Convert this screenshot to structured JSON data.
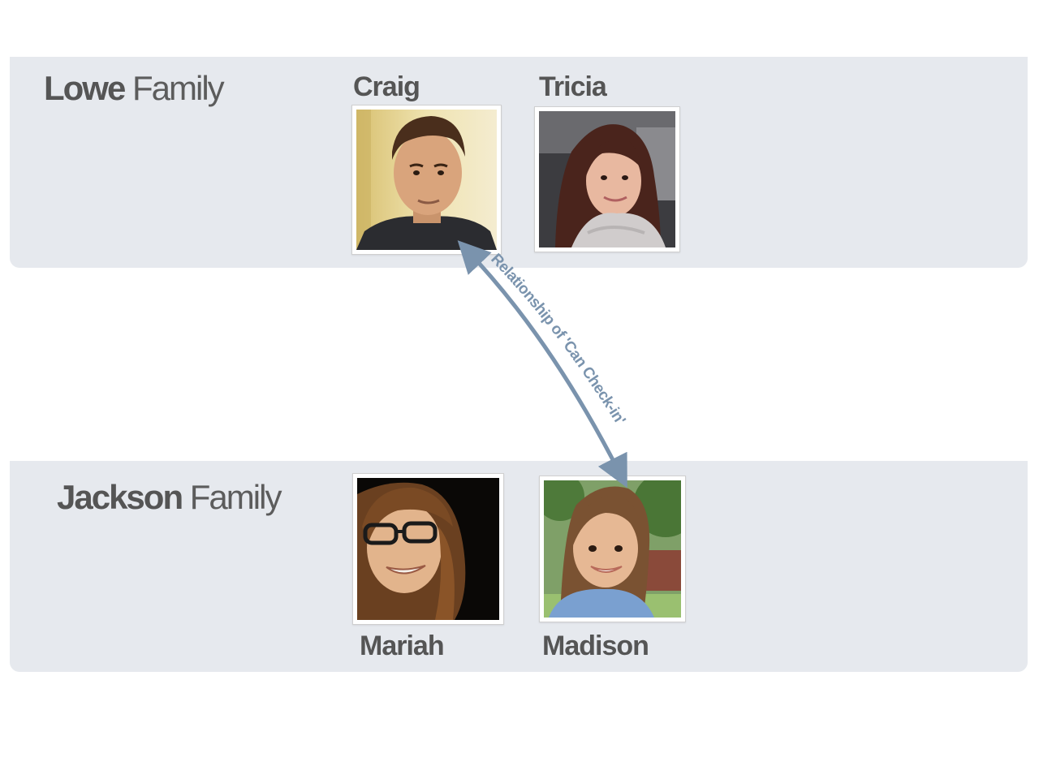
{
  "families": [
    {
      "surname": "Lowe",
      "word": "Family",
      "members": [
        {
          "name": "Craig",
          "photo_icon": "man-portrait-icon"
        },
        {
          "name": "Tricia",
          "photo_icon": "woman-portrait-icon"
        }
      ]
    },
    {
      "surname": "Jackson",
      "word": "Family",
      "members": [
        {
          "name": "Mariah",
          "photo_icon": "woman-glasses-portrait-icon"
        },
        {
          "name": "Madison",
          "photo_icon": "girl-portrait-icon"
        }
      ]
    }
  ],
  "relationship": {
    "label": "Relationship of 'Can Check-in'",
    "from": "Craig",
    "to": "Madison",
    "arrow_color": "#7a93ad",
    "direction": "bidirectional"
  },
  "colors": {
    "panel_background": "#e6e9ee",
    "text": "#555555"
  }
}
